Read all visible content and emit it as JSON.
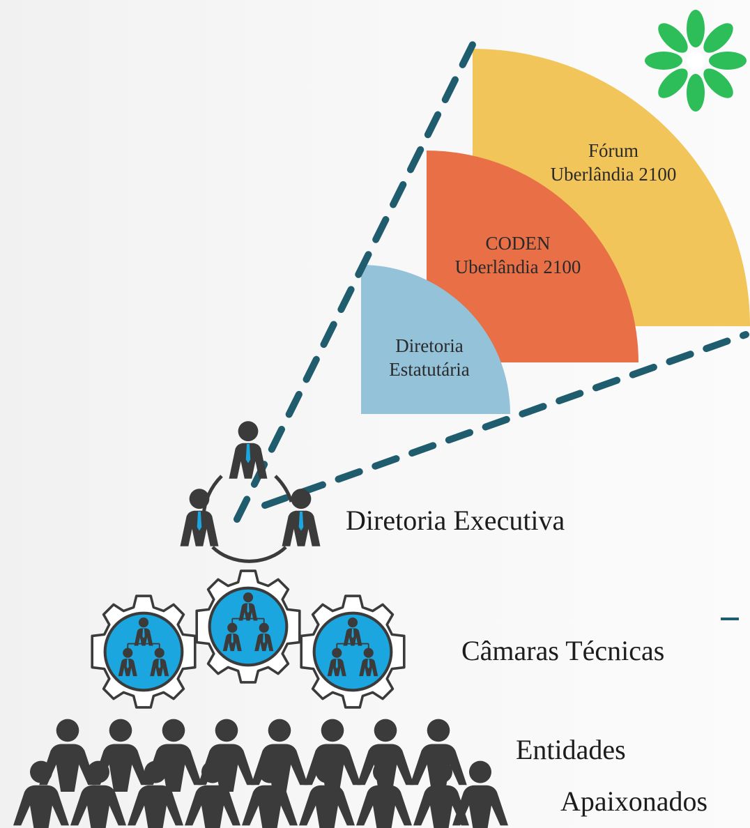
{
  "colors": {
    "forum": "#F2C55A",
    "coden": "#E86F46",
    "diretoria_estatutaria": "#93C2D9",
    "dash": "#1F5C6E",
    "people": "#3b3b3b",
    "tie": "#1BA6DF",
    "gear_fill": "#1BA6DF",
    "gear_outline": "#3b3b3b",
    "logo": "#2DBE5A"
  },
  "logo": {
    "icon": "green-flower-logo"
  },
  "quadrants": {
    "forum": {
      "line1": "Fórum",
      "line2": "Uberlândia 2100"
    },
    "coden": {
      "line1": "CODEN",
      "line2": "Uberlândia 2100"
    },
    "diretoria_estatutaria": {
      "line1": "Diretoria",
      "line2": "Estatutária"
    }
  },
  "levels": {
    "diretoria_executiva": "Diretoria Executiva",
    "camaras_tecnicas": "Câmaras Técnicas",
    "entidades": "Entidades",
    "apaixonados": "Apaixonados"
  }
}
